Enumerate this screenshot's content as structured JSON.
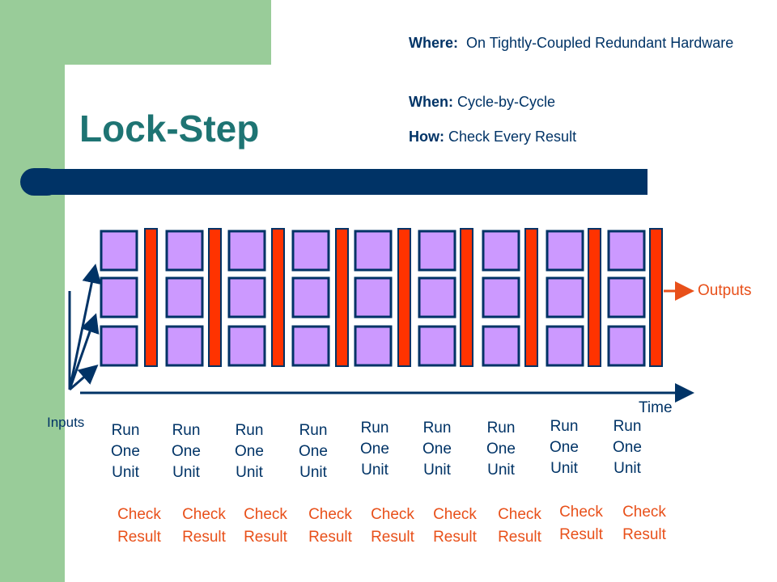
{
  "slide": {
    "title": "Lock-Step",
    "where_label": "Where:",
    "where_text": "On Tightly-Coupled Redundant Hardware",
    "when_label": "When:",
    "when_text": "Cycle-by-Cycle",
    "how_label": "How:",
    "how_text": "Check Every Result"
  },
  "diagram": {
    "inputs_label": "Inputs",
    "outputs_label": "Outputs",
    "time_label": "Time",
    "stages": [
      {
        "run": "Run\nOne\nUnit",
        "check": "Check\nResult"
      },
      {
        "run": "Run\nOne\nUnit",
        "check": "Check\nResult"
      },
      {
        "run": "Run\nOne\nUnit",
        "check": "Check\nResult"
      },
      {
        "run": "Run\nOne\nUnit",
        "check": "Check\nResult"
      },
      {
        "run": "Run\nOne\nUnit",
        "check": "Check\nResult"
      },
      {
        "run": "Run\nOne\nUnit",
        "check": "Check\nResult"
      },
      {
        "run": "Run\nOne\nUnit",
        "check": "Check\nResult"
      },
      {
        "run": "Run\nOne\nUnit",
        "check": "Check\nResult"
      },
      {
        "run": "Run\nOne\nUnit",
        "check": "Check\nResult"
      }
    ],
    "colors": {
      "unit_fill": "#cc99ff",
      "unit_border": "#003366",
      "check_fill": "#ff3300",
      "check_border": "#003366",
      "arrow": "#003366",
      "output_arrow": "#e8501a",
      "accent_text": "#e8501a",
      "title": "#1e7473",
      "band": "#99cc99",
      "bar": "#003366"
    }
  }
}
